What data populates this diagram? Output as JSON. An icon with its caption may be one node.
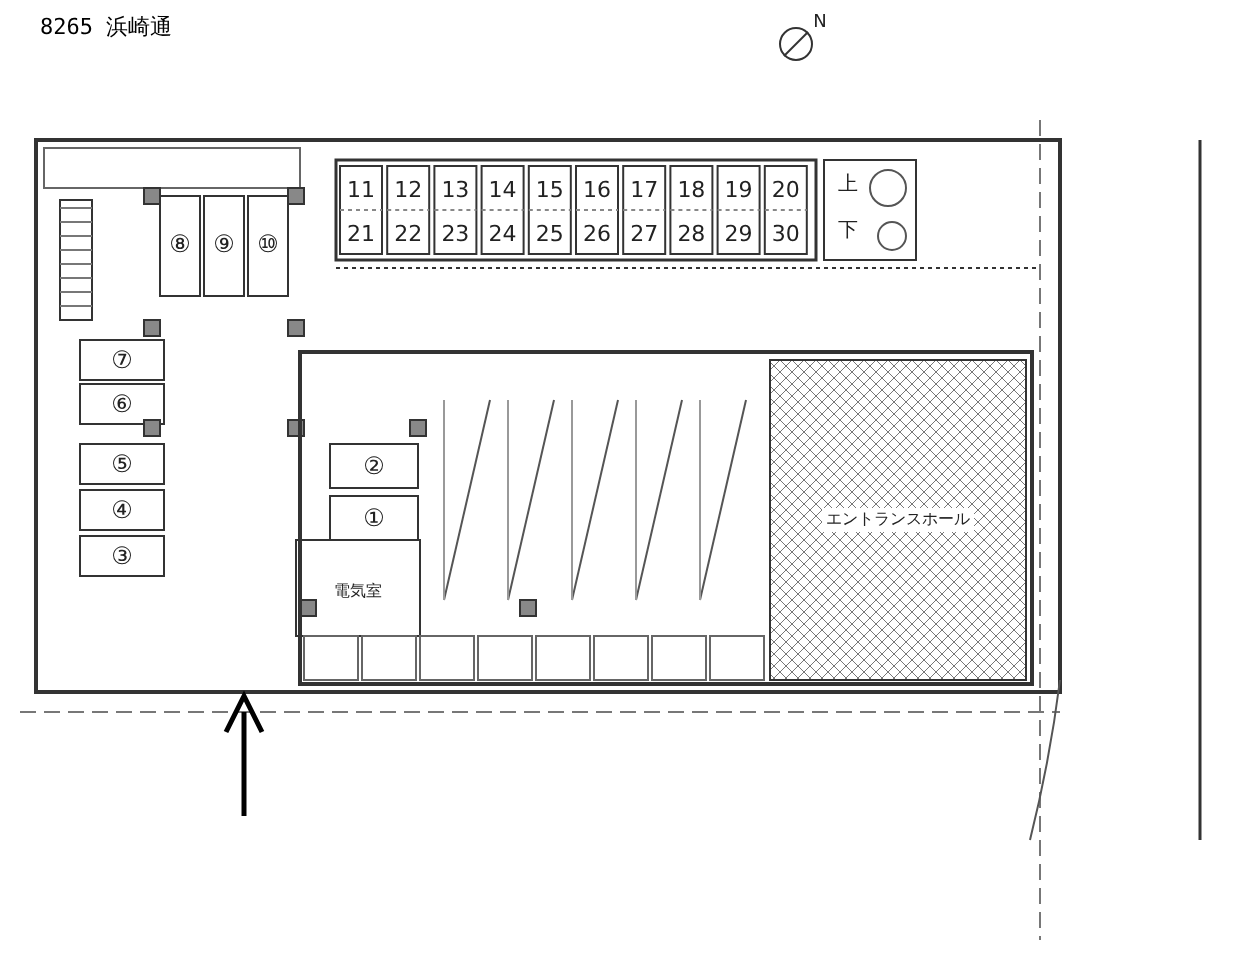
{
  "diagram": {
    "title": "8265 浜崎通",
    "labels": [
      "N",
      "11",
      "12",
      "13",
      "14",
      "15",
      "16",
      "17",
      "18",
      "19",
      "20",
      "上",
      "21",
      "22",
      "23",
      "24",
      "25",
      "26",
      "27",
      "28",
      "29",
      "30",
      "下",
      "⑧",
      "⑨",
      "⑩",
      "⑦",
      "⑥",
      "⑤",
      "②",
      "④",
      "①",
      "③",
      "電気室",
      "エントランスホール"
    ]
  }
}
